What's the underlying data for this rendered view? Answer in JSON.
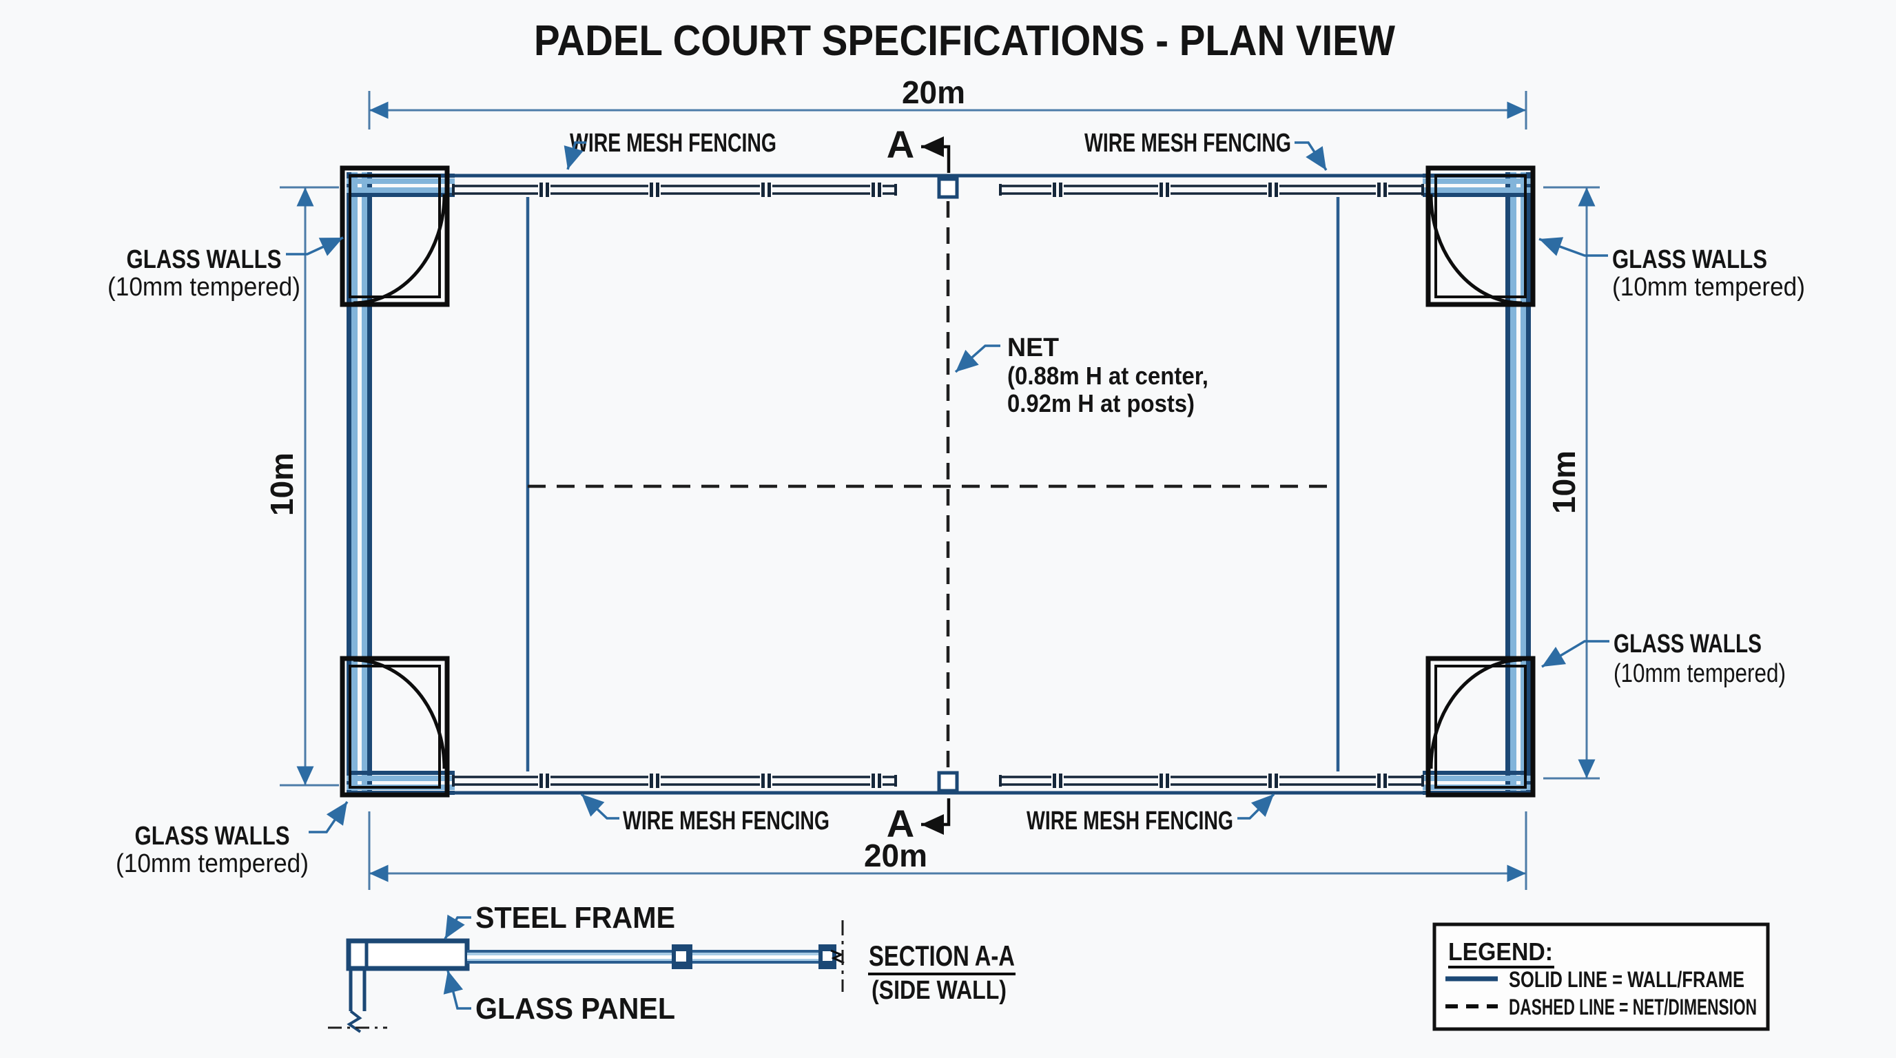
{
  "title": "PADEL COURT SPECIFICATIONS - PLAN VIEW",
  "dimensions": {
    "top": "20m",
    "bottom": "20m",
    "left": "10m",
    "right": "10m"
  },
  "annotations": {
    "wire_mesh": "WIRE MESH FENCING",
    "glass_walls": "GLASS WALLS",
    "glass_walls_spec": "(10mm tempered)",
    "net_line1": "NET",
    "net_line2": "(0.88m H at center,",
    "net_line3": "0.92m H at posts)",
    "section_marker": "A"
  },
  "section_detail": {
    "steel_frame": "STEEL FRAME",
    "glass_panel": "GLASS PANEL",
    "title": "SECTION A-A",
    "subtitle": "(SIDE WALL)"
  },
  "legend": {
    "title": "LEGEND:",
    "solid_item": "SOLID LINE = WALL/FRAME",
    "dashed_item": "DASHED LINE = NET/DIMENSION"
  },
  "colors": {
    "paper": "#f8f9fa",
    "ink": "#141414",
    "wall_dark": "#1c4875",
    "wall_mid": "#2a5d8f",
    "glass_light": "#82b4da",
    "glass_pale": "#a8cce6",
    "mesh_dark": "#16273a",
    "leader_blue": "#2d6ca3",
    "dim_blue": "#4d7ca8",
    "dash_ink": "#1f1f1f"
  }
}
